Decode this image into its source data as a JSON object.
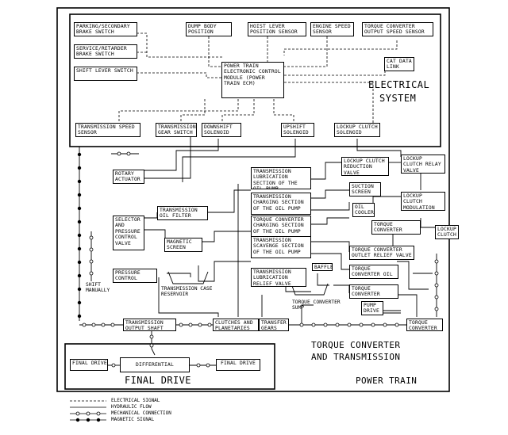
{
  "electrical": {
    "title_line1": "ELECTRICAL",
    "title_line2": "SYSTEM",
    "parking_brake": "PARKING/SECONDARY BRAKE SWITCH",
    "service_brake": "SERVICE/RETARDER BRAKE SWITCH",
    "shift_lever": "SHIFT LEVER SWITCH",
    "dump_body": "DUMP BODY POSITION",
    "hoist_lever": "HOIST LEVER POSITION SENSOR",
    "engine_speed": "ENGINE SPEED SENSOR",
    "tc_output_speed": "TORQUE CONVERTER OUTPUT SPEED SENSOR",
    "cat_data_link": "CAT DATA LINK",
    "ecm": "POWER TRAIN ELECTRONIC CONTROL MODULE (POWER TRAIN ECM)",
    "trans_speed_sensor": "TRANSMISSION SPEED SENSOR",
    "trans_gear_switch": "TRANSMISSION GEAR SWITCH",
    "downshift": "DOWNSHIFT SOLENOID",
    "upshift": "UPSHIFT SOLENOID",
    "lockup_solenoid": "LOCKUP CLUTCH SOLENOID"
  },
  "power_train": {
    "rotary_actuator": "ROTARY ACTUATOR",
    "selector_valve": "SELECTOR AND PRESSURE CONTROL VALVE",
    "pressure_control": "PRESSURE CONTROL VALVE",
    "shift_manually": "SHIFT MANUALLY",
    "trans_oil_filter": "TRANSMISSION OIL FILTER",
    "magnetic_screen": "MAGNETIC SCREEN",
    "trans_case_reservoir": "TRANSMISSION CASE RESERVOIR",
    "pump_lube": "TRANSMISSION LUBRICATION SECTION OF THE OIL PUMP",
    "pump_charging": "TRANSMISSION CHARGING SECTION OF THE OIL PUMP",
    "pump_tc_charging": "TORQUE CONVERTER CHARGING SECTION OF THE OIL PUMP",
    "pump_scavenge": "TRANSMISSION SCAVENGE SECTION OF THE OIL PUMP",
    "lube_relief": "TRANSMISSION LUBRICATION RELIEF VALVE",
    "baffle": "BAFFLE",
    "tc_sump": "TORQUE CONVERTER SUMP",
    "suction_screen": "SUCTION SCREEN",
    "oil_cooler": "OIL COOLER",
    "lockup_reduction": "LOCKUP CLUTCH REDUCTION VALVE",
    "lockup_relay": "LOCKUP CLUTCH RELAY VALVE",
    "lockup_modulation": "LOCKUP CLUTCH MODULATION VALVE",
    "tc_screen": "TORQUE CONVERTER SCREEN",
    "lockup_clutch": "LOCKUP CLUTCH",
    "tc_outlet_relief": "TORQUE CONVERTER OUTLET RELIEF VALVE",
    "tc_oil_filter": "TORQUE CONVERTER OIL FILTER",
    "tc_inlet_relief": "TORQUE CONVERTER INLET RELIEF VALVE",
    "pump_drive": "PUMP DRIVE",
    "torque_converter": "TORQUE CONVERTER",
    "trans_output_shaft": "TRANSMISSION OUTPUT SHAFT",
    "clutches_planetaries": "CLUTCHES AND PLANETARIES",
    "transfer_gears": "TRANSFER GEARS",
    "tc_trans_title_line1": "TORQUE CONVERTER",
    "tc_trans_title_line2": "AND TRANSMISSION",
    "power_train_title": "POWER TRAIN"
  },
  "final_drive": {
    "title": "FINAL DRIVE",
    "left": "FINAL DRIVE",
    "differential": "DIFFERENTIAL",
    "right": "FINAL DRIVE"
  },
  "legend": {
    "electrical": "ELECTRICAL SIGNAL",
    "hydraulic": "HYDRAULIC FLOW",
    "mechanical": "MECHANICAL CONNECTION",
    "magnetic": "MAGNETIC SIGNAL"
  }
}
